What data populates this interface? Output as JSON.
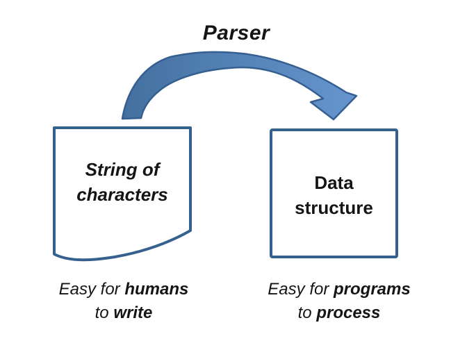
{
  "title": "Parser",
  "source_shape": {
    "lines": [
      "String of",
      "characters"
    ]
  },
  "target_shape": {
    "lines": [
      "Data",
      "structure"
    ]
  },
  "source_caption": {
    "normal1": "Easy for",
    "bold1": "humans",
    "normal2": "to",
    "bold2": "write"
  },
  "target_caption": {
    "normal1": "Easy for",
    "bold1": "programs",
    "normal2": "to",
    "bold2": "process"
  },
  "colors": {
    "shape_border": "#36618F",
    "arrow_border": "#365F91",
    "arrow_fill_start": "#44709F",
    "arrow_fill_end": "#6695CE",
    "shape_fill": "#FFFFFF",
    "text": "#151515",
    "background": "#FFFFFF"
  }
}
